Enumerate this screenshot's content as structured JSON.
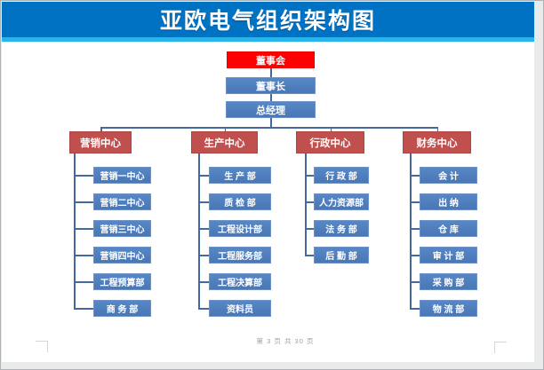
{
  "header": {
    "title": "亚欧电气组织架构图"
  },
  "footer": {
    "page_label": "第 3 页 共 30 页"
  },
  "colors": {
    "banner_blue": "#0072C4",
    "accent_light_blue": "#29B5EC",
    "root_red": "#FE0000",
    "branch_red": "#C0504D",
    "node_blue": "#4E7DBF",
    "connector_blue": "#44699D"
  },
  "org": {
    "root": "董事会",
    "executives": [
      "董事长",
      "总经理"
    ],
    "branches": [
      {
        "label": "营销中心",
        "children": [
          "营销一中心",
          "营销二中心",
          "营销三中心",
          "营销四中心",
          "工程预算部",
          "商 务 部"
        ]
      },
      {
        "label": "生产中心",
        "children": [
          "生 产 部",
          "质 检 部",
          "工程设计部",
          "工程服务部",
          "工程决算部",
          "资料员"
        ]
      },
      {
        "label": "行政中心",
        "children": [
          "行 政 部",
          "人力资源部",
          "法 务 部",
          "后 勤 部"
        ]
      },
      {
        "label": "财务中心",
        "children": [
          "会 计",
          "出 纳",
          "仓 库",
          "审 计 部",
          "采 购 部",
          "物 流 部"
        ]
      }
    ]
  }
}
